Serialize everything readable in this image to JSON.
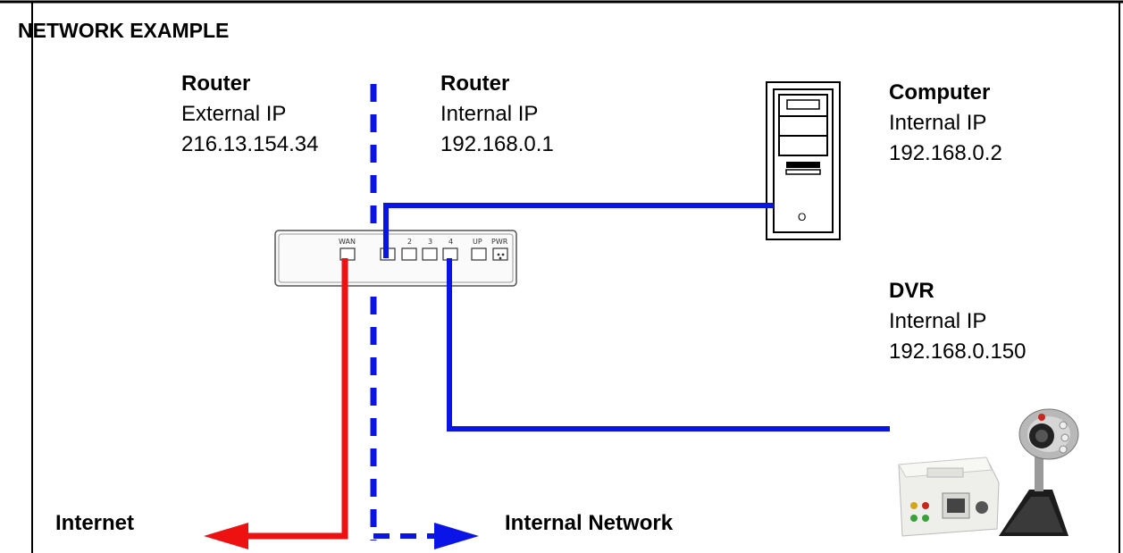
{
  "title": "NETWORK EXAMPLE",
  "router_external": {
    "heading": "Router",
    "line1": "External IP",
    "line2": "216.13.154.34"
  },
  "router_internal": {
    "heading": "Router",
    "line1": "Internal IP",
    "line2": "192.168.0.1"
  },
  "computer": {
    "heading": "Computer",
    "line1": "Internal IP",
    "line2": "192.168.0.2"
  },
  "dvr": {
    "heading": "DVR",
    "line1": "Internal IP",
    "line2": "192.168.0.150"
  },
  "labels": {
    "internet": "Internet",
    "internal_network": "Internal Network"
  },
  "router_ports": {
    "wan": "WAN",
    "p2": "2",
    "p3": "3",
    "p4": "4",
    "up": "UP",
    "pwr": "PWR"
  },
  "computer_power_symbol": "O",
  "colors": {
    "lan_line": "#0a14e6",
    "wan_line": "#ee1111",
    "divider": "#0a14e6",
    "frame": "#000000"
  },
  "icons": [
    "router-icon",
    "computer-tower-icon",
    "dvr-device-icon",
    "webcam-icon"
  ]
}
